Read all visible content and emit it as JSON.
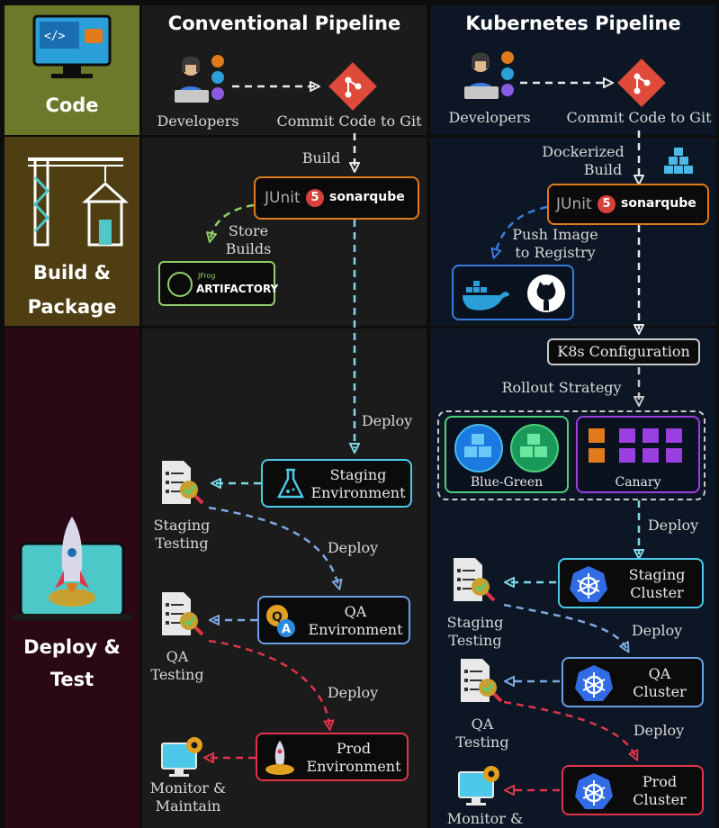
{
  "categories": {
    "code": "Code",
    "build_line1": "Build &",
    "build_line2": "Package",
    "deploy_line1": "Deploy &",
    "deploy_line2": "Test"
  },
  "conventional": {
    "title": "Conventional Pipeline",
    "developers": "Developers",
    "commit": "Commit Code to Git",
    "build": "Build",
    "junit": "JUnit",
    "sonarqube": "sonarqube",
    "store_builds_1": "Store",
    "store_builds_2": "Builds",
    "jfrog": "JFrog",
    "artifactory": "ARTIFACTORY",
    "deploy_1": "Deploy",
    "staging_env_1": "Staging",
    "staging_env_2": "Environment",
    "staging_testing_1": "Staging",
    "staging_testing_2": "Testing",
    "deploy_2": "Deploy",
    "qa_env_1": "QA",
    "qa_env_2": "Environment",
    "qa_testing_1": "QA",
    "qa_testing_2": "Testing",
    "deploy_3": "Deploy",
    "prod_env_1": "Prod",
    "prod_env_2": "Environment",
    "monitor_1": "Monitor &",
    "monitor_2": "Maintain"
  },
  "kubernetes": {
    "title": "Kubernetes Pipeline",
    "developers": "Developers",
    "commit": "Commit Code to Git",
    "dockerized_1": "Dockerized",
    "dockerized_2": "Build",
    "junit": "JUnit",
    "sonarqube": "sonarqube",
    "push_1": "Push Image",
    "push_2": "to Registry",
    "k8s_config": "K8s Configuration",
    "rollout": "Rollout Strategy",
    "blue_green": "Blue-Green",
    "canary": "Canary",
    "deploy_1": "Deploy",
    "staging_cluster_1": "Staging",
    "staging_cluster_2": "Cluster",
    "staging_testing_1": "Staging",
    "staging_testing_2": "Testing",
    "deploy_2": "Deploy",
    "qa_cluster_1": "QA",
    "qa_cluster_2": "Cluster",
    "qa_testing_1": "QA",
    "qa_testing_2": "Testing",
    "deploy_3": "Deploy",
    "prod_cluster_1": "Prod",
    "prod_cluster_2": "Cluster",
    "monitor_1": "Monitor &"
  },
  "colors": {
    "code_band": "#6b7a2a",
    "build_band": "#4e3e12",
    "deploy_band": "#2a0815",
    "conv_bg": "#1b1b1b",
    "k8s_bg": "#0c1624",
    "cyan": "#7fd8e8",
    "blue": "#5b8ad6",
    "red": "#e0344b",
    "orange": "#e07a1a",
    "green": "#4cd07a",
    "purple": "#9a3fe0",
    "white": "#e8e8e8"
  }
}
